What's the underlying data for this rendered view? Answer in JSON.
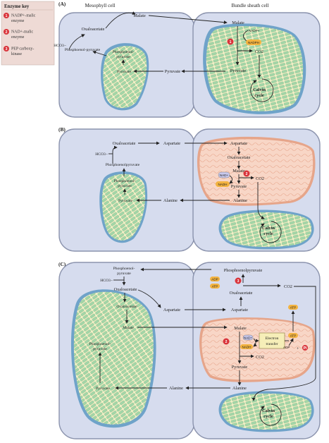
{
  "key": {
    "title": "Enzyme key",
    "items": [
      {
        "num": "1",
        "line1": "NADP+-malic",
        "line2": "enzyme"
      },
      {
        "num": "2",
        "line1": "NAD+-malic",
        "line2": "enzyme"
      },
      {
        "num": "3",
        "line1": "PEP carboxy-",
        "line2": "kinase"
      }
    ]
  },
  "headers": {
    "mesophyll": "Mesophyll cell",
    "bundle": "Bundle sheath cell"
  },
  "panel_a": {
    "label": "(A)",
    "malate": "Malate",
    "oxaloacetate": "Oxaloacetate",
    "hco3": "HCO3−",
    "phosphoenolpyruvate": "Phosphoenol-pyruvate",
    "chl_pep_1": "Phosphoenol-",
    "chl_pep_2": "pyruvate",
    "pyruvate_chl": "Pyruvate",
    "pyruvate_mid": "Pyruvate",
    "malate_bs": "Malate",
    "nadp": "NADP+",
    "nadph": "NADPH",
    "co2": "CO2",
    "pyruvate_bs": "Pyruvate",
    "enzyme": "1",
    "calvin1": "Calvin",
    "calvin2": "cycle"
  },
  "panel_b": {
    "label": "(B)",
    "oxaloacetate": "Oxaloacetate",
    "aspartate_meso": "Aspartate",
    "hco3": "HCO3−",
    "phosphoenolpyruvate": "Phosphoenolpyruvate",
    "chl_pep_1": "Phosphoenol-",
    "chl_pep_2": "pyruvate",
    "pyruvate_chl": "Pyruvate",
    "alanine_meso": "Alanine",
    "aspartate_bs": "Aspartate",
    "oxaloacetate_bs": "Oxaloacetate",
    "malate_bs": "Malate",
    "nad": "NAD+",
    "nadh": "NADH",
    "co2": "CO2",
    "pyruvate_bs": "Pyruvate",
    "alanine_bs": "Alanine",
    "enzyme": "2",
    "calvin1": "Calvin",
    "calvin2": "cycle"
  },
  "panel_c": {
    "label": "(C)",
    "pep_top_1": "Phosphoenol-",
    "pep_top_2": "pyruvate",
    "hco3": "HCO3−",
    "oxaloacetate_meso": "Oxaloacetate",
    "oxaloacetate_chl": "Oxaloacetate",
    "malate_chl": "Malate",
    "pep_chl_1": "Phosphoenol-",
    "pep_chl_2": "pyruvate",
    "pyruvate_chl": "Pyruvate",
    "aspartate_meso": "Aspartate",
    "alanine_meso": "Alanine",
    "pep_bs": "Phosphoenolpyruvate",
    "adp": "ADP",
    "atp": "ATP",
    "enzyme3": "3",
    "co2_top": "CO2",
    "oxaloacetate_bs": "Oxaloacetate",
    "aspartate_bs": "Aspartate",
    "malate_bs": "Malate",
    "nad": "NAD+",
    "nadh": "NADH",
    "enzyme2": "2",
    "co2_mito": "CO2",
    "et1": "Electron",
    "et2": "transfer",
    "atp_right_top": "ATP",
    "atp_right": "ATP",
    "adp_right": "ADP",
    "plus": "+",
    "pi": "Pi",
    "pyruvate_bs": "Pyruvate",
    "alanine_bs": "Alanine",
    "calvin1": "Calvin",
    "calvin2": "cycle"
  },
  "colors": {
    "cell": "#d6dcee",
    "wall": "#8b93ad",
    "chloro": "#f6f0c8",
    "thylakoid": "#9fd3a6",
    "chloro_rim": "#6fa3c9",
    "mito": "#f8d6c6",
    "mito_rim": "#e6a58a",
    "enzyme": "#d9343b",
    "pill": "#f3b340"
  }
}
